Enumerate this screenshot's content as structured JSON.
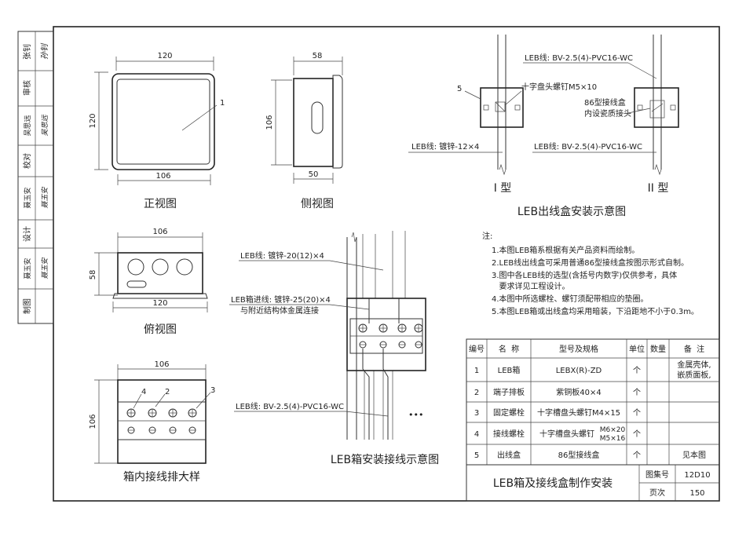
{
  "signature_column": [
    {
      "label": "张钊",
      "signature": "孙钊"
    },
    {
      "label": "审核",
      "signature": ""
    },
    {
      "label": "吴思远",
      "signature": "吴思远"
    },
    {
      "label": "校对",
      "signature": ""
    },
    {
      "label": "聂玉安",
      "signature": "聂玉安"
    },
    {
      "label": "设计",
      "signature": ""
    },
    {
      "label": "聂玉安",
      "signature": "聂玉安"
    },
    {
      "label": "制图",
      "signature": ""
    }
  ],
  "front_view": {
    "caption": "正视图",
    "width_dim": "120",
    "height_dim": "120",
    "inner_width_dim": "106",
    "label_1": "1"
  },
  "side_view": {
    "caption": "侧视图",
    "top_dim": "58",
    "height_dim": "106",
    "bottom_dim": "50"
  },
  "top_view": {
    "caption": "俯视图",
    "top_dim": "106",
    "height_dim": "58",
    "bottom_dim": "120"
  },
  "terminal_detail": {
    "caption": "箱内接线排大样",
    "width_dim": "106",
    "height_dim": "106",
    "labels": [
      "4",
      "2",
      "3"
    ]
  },
  "install_diagram": {
    "caption": "LEB箱安装接线示意图",
    "label_top": "LEB线: 镀锌-20(12)×4",
    "label_mid_1": "LEB箱进线: 镀锌-25(20)×4",
    "label_mid_2": "与附近结构体金属连接",
    "label_bottom": "LEB线: BV-2.5(4)-PVC16-WC",
    "ellipsis": "•••"
  },
  "outlet_diagram": {
    "caption": "LEB出线盒安装示意图",
    "label_top": "LEB线: BV-2.5(4)-PVC16-WC",
    "label_screw": "十字盘头螺钉M5×10",
    "label_5": "5",
    "label_left": "LEB线: 镀锌-12×4",
    "label_86_1": "86型接线盒",
    "label_86_2": "内设瓷质接头",
    "label_right": "LEB线: BV-2.5(4)-PVC16-WC",
    "type_1": "I 型",
    "type_2": "II 型"
  },
  "notes": {
    "title": "注:",
    "items": [
      "1.本图LEB箱系根据有关产品资料而绘制。",
      "2.LEB线出线盒可采用普通86型接线盒按图示形式自制。",
      "3.图中各LEB线的选型(含括号内数字)仅供参考，具体",
      "   要求详见工程设计。",
      "4.本图中所选螺栓、螺钉须配带相应的垫圈。",
      "5.本图LEB箱或出线盒均采用暗装，下沿距地不小于0.3m。"
    ]
  },
  "parts_table": {
    "headers": [
      "编号",
      "名  称",
      "型号及规格",
      "单位",
      "数量",
      "备  注"
    ],
    "rows": [
      {
        "no": "1",
        "name": "LEB箱",
        "spec": "LEBX(R)-ZD",
        "unit": "个",
        "qty": "",
        "note": [
          "金属壳体,",
          "嵌质面板,"
        ]
      },
      {
        "no": "2",
        "name": "端子排板",
        "spec": "紫铜板40×4",
        "unit": "个",
        "qty": "",
        "note": [
          ""
        ]
      },
      {
        "no": "3",
        "name": "固定螺栓",
        "spec": "十字槽盘头螺钉M4×15",
        "unit": "个",
        "qty": "",
        "note": [
          ""
        ]
      },
      {
        "no": "4",
        "name": "接线螺栓",
        "spec": "十字槽盘头螺钉",
        "spec2": [
          "M6×20",
          "M5×16"
        ],
        "unit": "个",
        "qty": "",
        "note": [
          ""
        ]
      },
      {
        "no": "5",
        "name": "出线盒",
        "spec": "86型接线盒",
        "unit": "个",
        "qty": "",
        "note": [
          "见本图"
        ]
      }
    ]
  },
  "title_block": {
    "title": "LEB箱及接线盒制作安装",
    "atlas_label": "图集号",
    "atlas_no": "12D10",
    "page_label": "页次",
    "page_no": "150"
  }
}
